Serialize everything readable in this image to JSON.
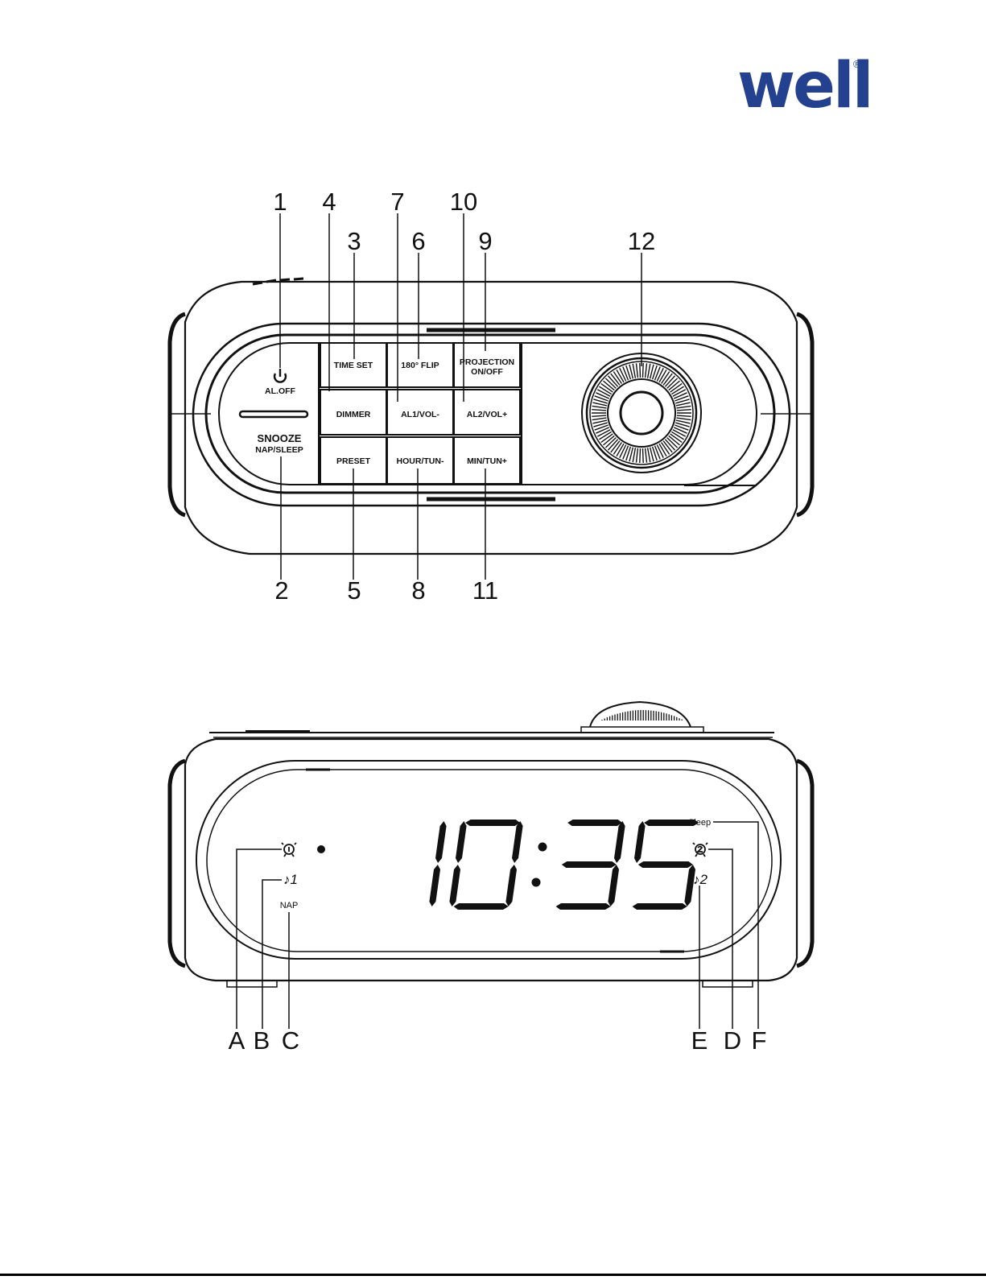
{
  "brand": {
    "logo_text": "well",
    "registered_mark": "®",
    "color": "#24418f"
  },
  "top_view": {
    "buttons": {
      "al_off": "AL.OFF",
      "snooze": "SNOOZE",
      "nap_sleep": "NAP/SLEEP",
      "time_set": "TIME SET",
      "flip": "180° FLIP",
      "projection_line1": "PROJECTION",
      "projection_line2": "ON/OFF",
      "dimmer": "DIMMER",
      "al1_vol": "AL1/VOL-",
      "al2_vol": "AL2/VOL+",
      "preset": "PRESET",
      "hour_tun": "HOUR/TUN-",
      "min_tun": "MIN/TUN+"
    },
    "callouts": {
      "c1": "1",
      "c2": "2",
      "c3": "3",
      "c4": "4",
      "c5": "5",
      "c6": "6",
      "c7": "7",
      "c8": "8",
      "c9": "9",
      "c10": "10",
      "c11": "11",
      "c12": "12"
    }
  },
  "front_view": {
    "display_time": "10:35",
    "labels": {
      "sleep": "Sleep",
      "nap": "NAP"
    },
    "callouts": {
      "a": "A",
      "b": "B",
      "c": "C",
      "d": "D",
      "e": "E",
      "f": "F"
    }
  }
}
